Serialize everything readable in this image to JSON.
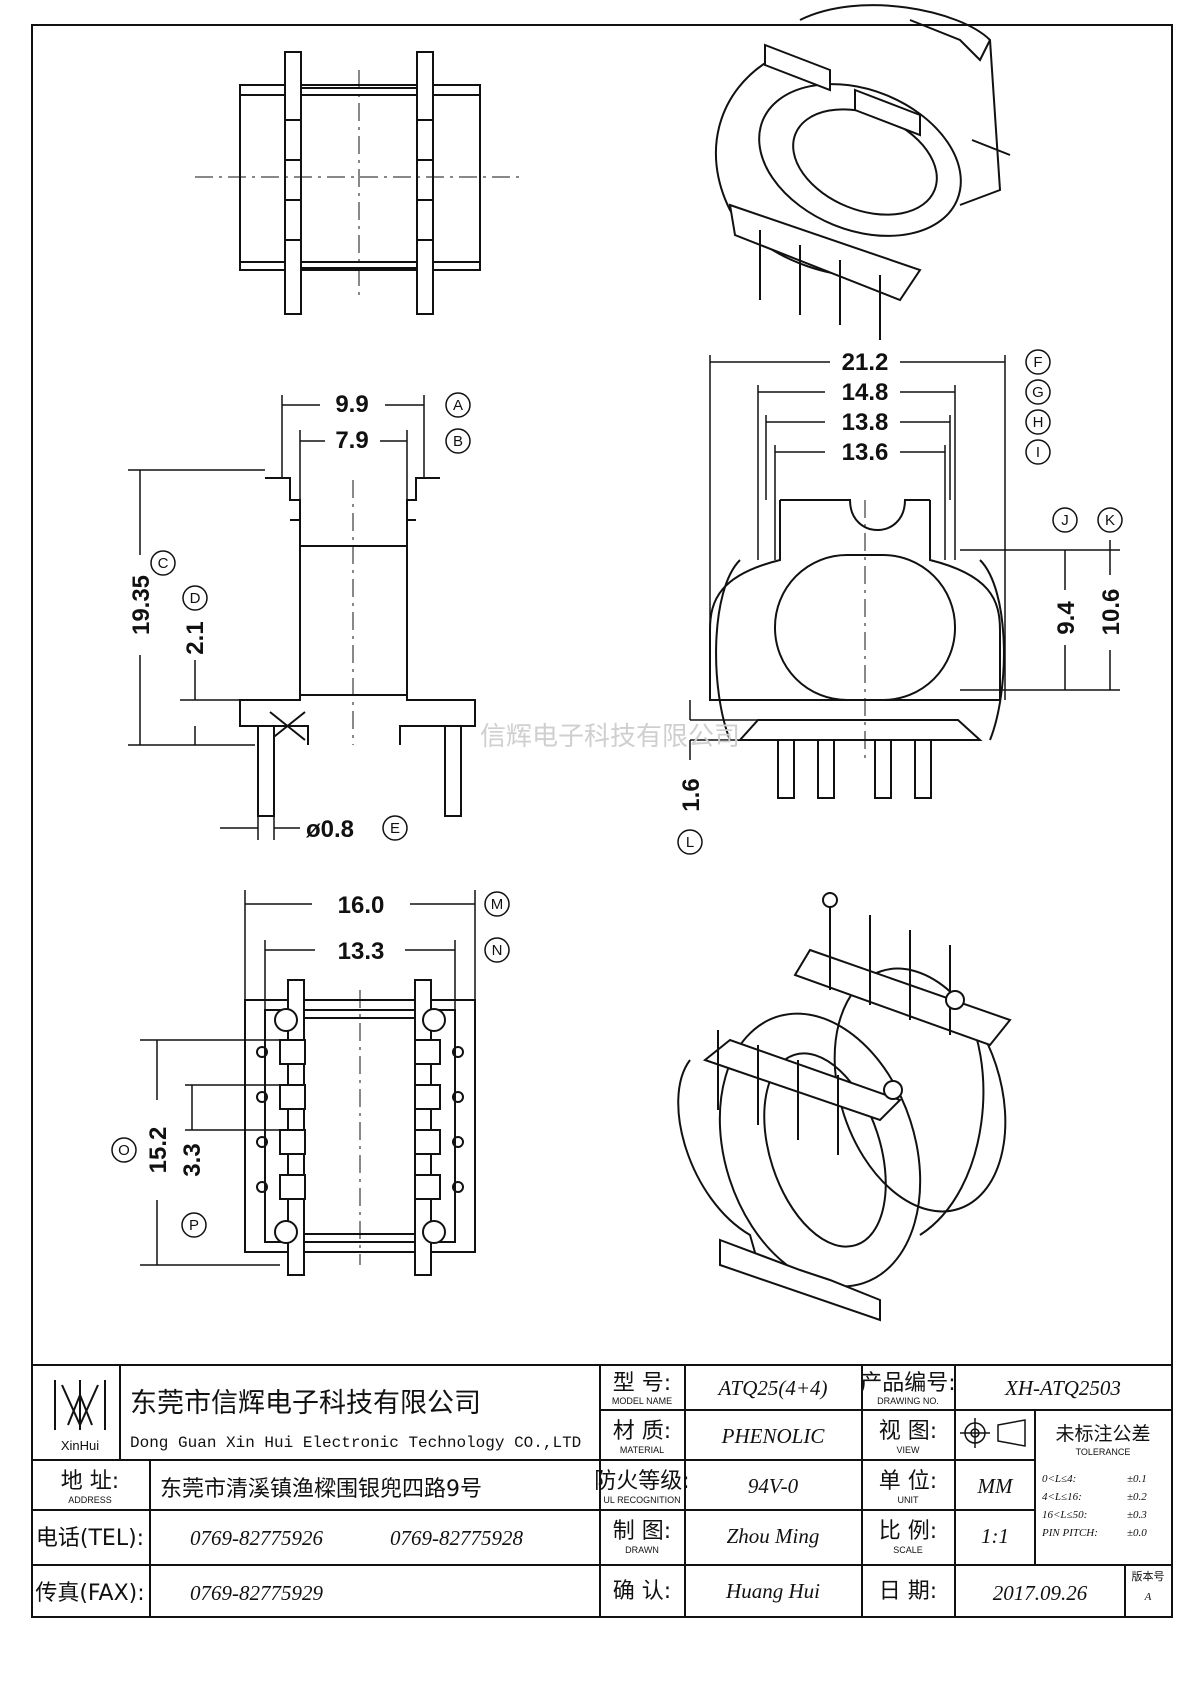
{
  "dimensions": {
    "side_view": {
      "A": "9.9",
      "B": "7.9",
      "C": "19.35",
      "D": "2.1",
      "E": "ø0.8"
    },
    "front_view": {
      "F": "21.2",
      "G": "14.8",
      "H": "13.8",
      "I": "13.6",
      "J": "9.4",
      "K": "10.6",
      "L": "1.6"
    },
    "bottom_view": {
      "M": "16.0",
      "N": "13.3",
      "O": "15.2",
      "P": "3.3"
    }
  },
  "reference_letters": [
    "A",
    "B",
    "C",
    "D",
    "E",
    "F",
    "G",
    "H",
    "I",
    "J",
    "K",
    "L",
    "M",
    "N",
    "O",
    "P"
  ],
  "watermark": "信辉电子科技有限公司",
  "title_block": {
    "logo_text": "XinHui",
    "company_cn": "东莞市信辉电子科技有限公司",
    "company_en": "Dong Guan Xin Hui Electronic Technology CO.,LTD",
    "address_label_cn": "地 址:",
    "address_label_en": "ADDRESS",
    "address": "东莞市清溪镇渔樑围银兜四路9号",
    "tel_label": "电话(TEL):",
    "tel_1": "0769-82775926",
    "tel_2": "0769-82775928",
    "fax_label": "传真(FAX):",
    "fax": "0769-82775929",
    "model_label_cn": "型 号:",
    "model_label_en": "MODEL NAME",
    "model": "ATQ25(4+4)",
    "material_label_cn": "材 质:",
    "material_label_en": "MATERIAL",
    "material": "PHENOLIC",
    "ul_label_cn": "防火等级:",
    "ul_label_en": "UL RECOGNITION",
    "ul": "94V-0",
    "drawn_label_cn": "制 图:",
    "drawn_label_en": "DRAWN",
    "drawn": "Zhou Ming",
    "confirm_label_cn": "确 认:",
    "confirm": "Huang Hui",
    "drawing_no_label_cn": "产品编号:",
    "drawing_no_label_en": "DRAWING NO.",
    "drawing_no": "XH-ATQ2503",
    "view_label_cn": "视 图:",
    "view_label_en": "VIEW",
    "unit_label_cn": "单 位:",
    "unit_label_en": "UNIT",
    "unit": "MM",
    "scale_label_cn": "比 例:",
    "scale_label_en": "SCALE",
    "scale": "1:1",
    "date_label_cn": "日 期:",
    "date": "2017.09.26",
    "tolerance_title_cn": "未标注公差",
    "tolerance_title_en": "TOLERANCE",
    "tolerances": [
      {
        "range": "0<L≤4:",
        "value": "±0.1"
      },
      {
        "range": "4<L≤16:",
        "value": "±0.2"
      },
      {
        "range": "16<L≤50:",
        "value": "±0.3"
      },
      {
        "range": "PIN PITCH:",
        "value": "±0.0"
      }
    ],
    "revision_label": "版本号",
    "revision": "A"
  }
}
